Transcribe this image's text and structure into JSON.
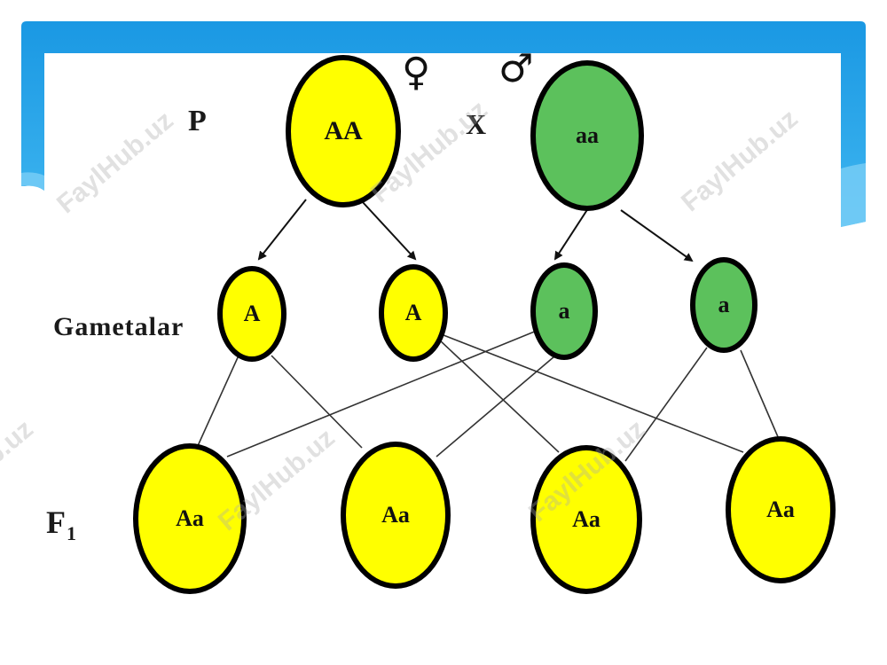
{
  "labels": {
    "parents": "P",
    "cross": "X",
    "gametes": "Gametalar",
    "f1_main": "F",
    "f1_sub": "1",
    "female_symbol": "♀",
    "male_symbol": "♂"
  },
  "parents": [
    {
      "genotype": "AA",
      "color": "#ffff00"
    },
    {
      "genotype": "aa",
      "color": "#5cc15c"
    }
  ],
  "gametes": [
    {
      "allele": "A",
      "color": "#ffff00"
    },
    {
      "allele": "A",
      "color": "#ffff00"
    },
    {
      "allele": "a",
      "color": "#5cc15c"
    },
    {
      "allele": "a",
      "color": "#5cc15c"
    }
  ],
  "offspring": [
    {
      "genotype": "Aa",
      "color": "#ffff00"
    },
    {
      "genotype": "Aa",
      "color": "#ffff00"
    },
    {
      "genotype": "Aa",
      "color": "#ffff00"
    },
    {
      "genotype": "Aa",
      "color": "#ffff00"
    }
  ],
  "watermark": "FaylHub.uz",
  "colors": {
    "banner": "#1e9fe6",
    "banner_light": "#7fd0f7",
    "dominant": "#ffff00",
    "recessive": "#5cc15c",
    "outline": "#000000"
  }
}
